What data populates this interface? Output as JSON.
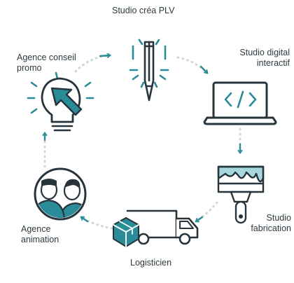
{
  "diagram": {
    "colors": {
      "teal": "#2a8b99",
      "teal_light": "#a9d7de",
      "dark": "#27343c",
      "dots": "#d2d6d8"
    },
    "stages": [
      {
        "id": "creation",
        "label_lines": [
          "Studio créa PLV"
        ],
        "icon": "pencil-icon"
      },
      {
        "id": "digital",
        "label_lines": [
          "Studio digital",
          "interactif"
        ],
        "icon": "laptop-code-icon"
      },
      {
        "id": "fabrication",
        "label_lines": [
          "Studio",
          "fabrication"
        ],
        "icon": "paint-brush-icon"
      },
      {
        "id": "logistique",
        "label_lines": [
          "Logisticien"
        ],
        "icon": "delivery-truck-icon"
      },
      {
        "id": "animation",
        "label_lines": [
          "Agence",
          "animation"
        ],
        "icon": "two-people-icon"
      },
      {
        "id": "conseil",
        "label_lines": [
          "Agence conseil",
          "promo"
        ],
        "icon": "lightbulb-icon"
      }
    ]
  }
}
